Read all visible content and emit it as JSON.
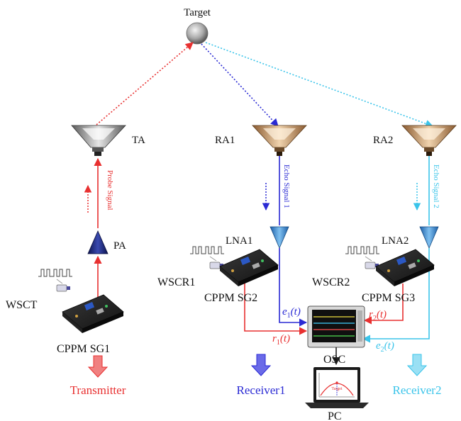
{
  "target": {
    "label": "Target"
  },
  "antennas": {
    "ta": {
      "label": "TA",
      "color": "#9c9c9c"
    },
    "ra1": {
      "label": "RA1",
      "color": "#b5865a"
    },
    "ra2": {
      "label": "RA2",
      "color": "#b5865a"
    }
  },
  "signals": {
    "probe": {
      "label": "Probe Signal",
      "color": "#e83030"
    },
    "echo1": {
      "label": "Echo Signal 1",
      "color": "#2a2ad4"
    },
    "echo2": {
      "label": "Echo Signal 2",
      "color": "#3ac4ea"
    }
  },
  "amplifiers": {
    "pa": {
      "label": "PA",
      "color": "#1a237e"
    },
    "lna1": {
      "label": "LNA1",
      "color": "#2e7fd1"
    },
    "lna2": {
      "label": "LNA2",
      "color": "#2e7fd1"
    }
  },
  "boards": {
    "wsct": {
      "label": "WSCT"
    },
    "wscr1": {
      "label": "WSCR1"
    },
    "wscr2": {
      "label": "WSCR2"
    },
    "sg1": {
      "label": "CPPM SG1"
    },
    "sg2": {
      "label": "CPPM SG2"
    },
    "sg3": {
      "label": "CPPM SG3"
    }
  },
  "osc": {
    "label": "OSC"
  },
  "pc": {
    "label": "PC",
    "screen_text": "Target"
  },
  "math": {
    "e1": {
      "base": "e",
      "sub": "1",
      "arg": "(t)"
    },
    "e2": {
      "base": "e",
      "sub": "2",
      "arg": "(t)"
    },
    "r1": {
      "base": "r",
      "sub": "1",
      "arg": "(t)"
    },
    "r2": {
      "base": "r",
      "sub": "2",
      "arg": "(t)"
    }
  },
  "outputs": {
    "transmitter": {
      "label": "Transmitter",
      "color": "#e83030"
    },
    "receiver1": {
      "label": "Receiver1",
      "color": "#2a2ad4"
    },
    "receiver2": {
      "label": "Receiver2",
      "color": "#3ac4ea"
    }
  }
}
